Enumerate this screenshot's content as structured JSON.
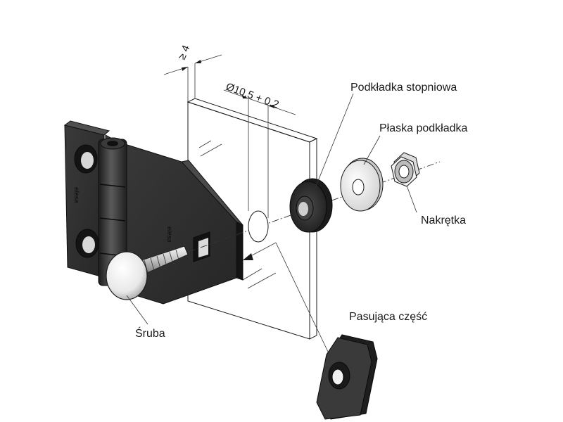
{
  "labels": {
    "stepped_washer": "Podkładka stopniowa",
    "flat_washer": "Płaska podkładka",
    "nut": "Nakrętka",
    "mating_part": "Pasująca część",
    "screw": "Śruba"
  },
  "dimensions": {
    "min_thickness": "≥ 4",
    "hole_diameter": "Ø10,5 + 0,2"
  },
  "emboss": {
    "logo_main": "elesa",
    "logo_side": "elesa"
  },
  "colors": {
    "hinge_face": "#2d2d2d",
    "hinge_side": "#1a1a1a",
    "washer_dark": "#2b2b2b",
    "washer_light": "#efefef",
    "bolt_head": "#f3f3f3"
  }
}
